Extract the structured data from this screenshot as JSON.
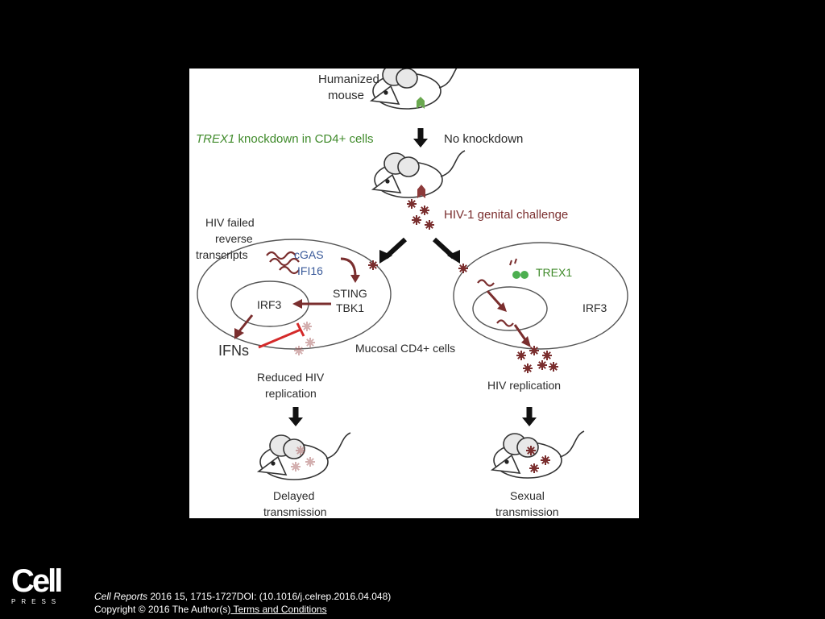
{
  "figure": {
    "top": {
      "mouse_label_line1": "Humanized",
      "mouse_label_line2": "mouse",
      "knockdown_gene": "TREX1",
      "knockdown_rest": " knockdown in CD4+ cells",
      "no_knockdown": "No knockdown",
      "challenge": "HIV-1 genital challenge"
    },
    "left_branch": {
      "failed_line1": "HIV failed",
      "failed_line2": "reverse",
      "failed_line3": "transcripts",
      "sensor1": "cGAS",
      "sensor2": "IFI16",
      "adaptor1": "STING",
      "adaptor2": "TBK1",
      "irf": "IRF3",
      "ifn": "IFNs",
      "cells": "Mucosal CD4+ cells",
      "outcome_line1": "Reduced HIV",
      "outcome_line2": "replication",
      "result_line1": "Delayed",
      "result_line2": "transmission"
    },
    "right_branch": {
      "trex": "TREX1",
      "irf": "IRF3",
      "outcome": "HIV replication",
      "result_line1": "Sexual",
      "result_line2": "transmission"
    },
    "colors": {
      "trex_green": "#3f8a2a",
      "virus_red": "#7a2e2e",
      "ifn_red": "#d42a2a",
      "sensor_blue": "#3a5a9a"
    }
  },
  "footer": {
    "logo_word": "Cell",
    "logo_press": "PRESS",
    "journal": "Cell Reports",
    "citation": " 2016 15, 1715-1727DOI: (10.1016/j.celrep.2016.04.048)",
    "copyright": "Copyright © 2016 The Author(s)",
    "terms": " Terms and Conditions"
  }
}
